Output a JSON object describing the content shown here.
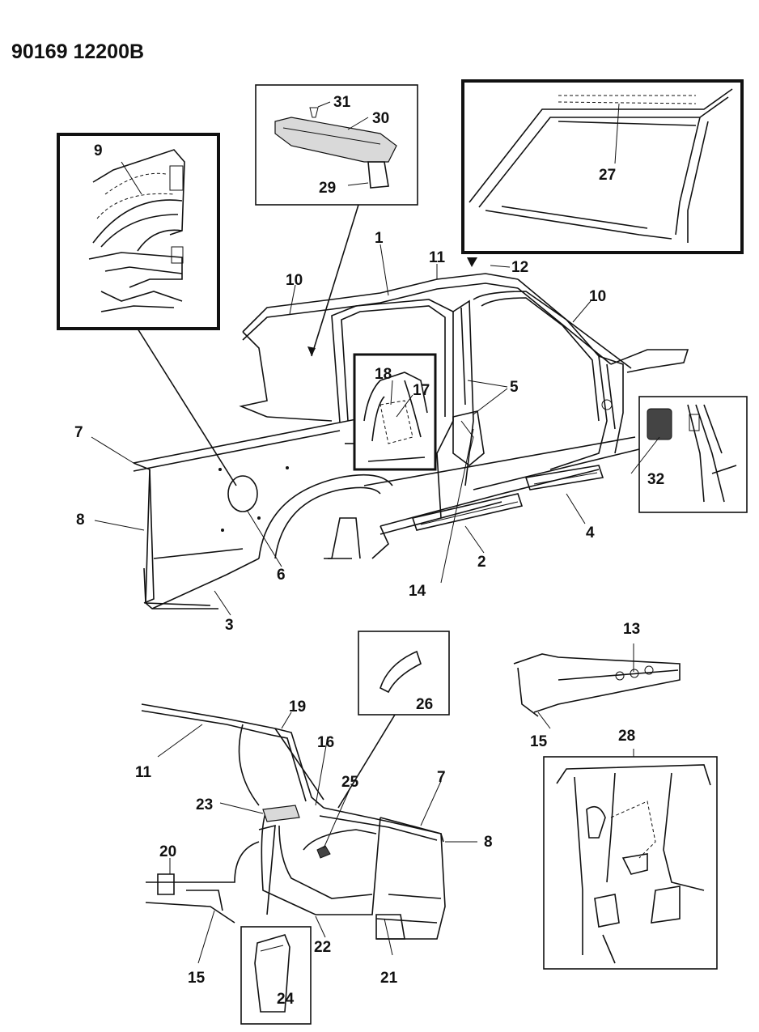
{
  "header": {
    "code": "90169  12200B"
  },
  "callouts": [
    {
      "id": "1",
      "text": "1"
    },
    {
      "id": "2",
      "text": "2"
    },
    {
      "id": "3",
      "text": "3"
    },
    {
      "id": "4",
      "text": "4"
    },
    {
      "id": "5",
      "text": "5"
    },
    {
      "id": "6",
      "text": "6"
    },
    {
      "id": "7a",
      "text": "7"
    },
    {
      "id": "7b",
      "text": "7"
    },
    {
      "id": "8a",
      "text": "8"
    },
    {
      "id": "8b",
      "text": "8"
    },
    {
      "id": "9",
      "text": "9"
    },
    {
      "id": "10a",
      "text": "10"
    },
    {
      "id": "10b",
      "text": "10"
    },
    {
      "id": "11a",
      "text": "11"
    },
    {
      "id": "11b",
      "text": "11"
    },
    {
      "id": "12",
      "text": "12"
    },
    {
      "id": "13",
      "text": "13"
    },
    {
      "id": "14",
      "text": "14"
    },
    {
      "id": "15a",
      "text": "15"
    },
    {
      "id": "15b",
      "text": "15"
    },
    {
      "id": "16",
      "text": "16"
    },
    {
      "id": "17",
      "text": "17"
    },
    {
      "id": "18",
      "text": "18"
    },
    {
      "id": "19",
      "text": "19"
    },
    {
      "id": "20",
      "text": "20"
    },
    {
      "id": "21",
      "text": "21"
    },
    {
      "id": "22",
      "text": "22"
    },
    {
      "id": "23",
      "text": "23"
    },
    {
      "id": "24",
      "text": "24"
    },
    {
      "id": "25",
      "text": "25"
    },
    {
      "id": "26",
      "text": "26"
    },
    {
      "id": "27",
      "text": "27"
    },
    {
      "id": "28",
      "text": "28"
    },
    {
      "id": "29",
      "text": "29"
    },
    {
      "id": "30",
      "text": "30"
    },
    {
      "id": "31",
      "text": "31"
    },
    {
      "id": "32",
      "text": "32"
    }
  ]
}
